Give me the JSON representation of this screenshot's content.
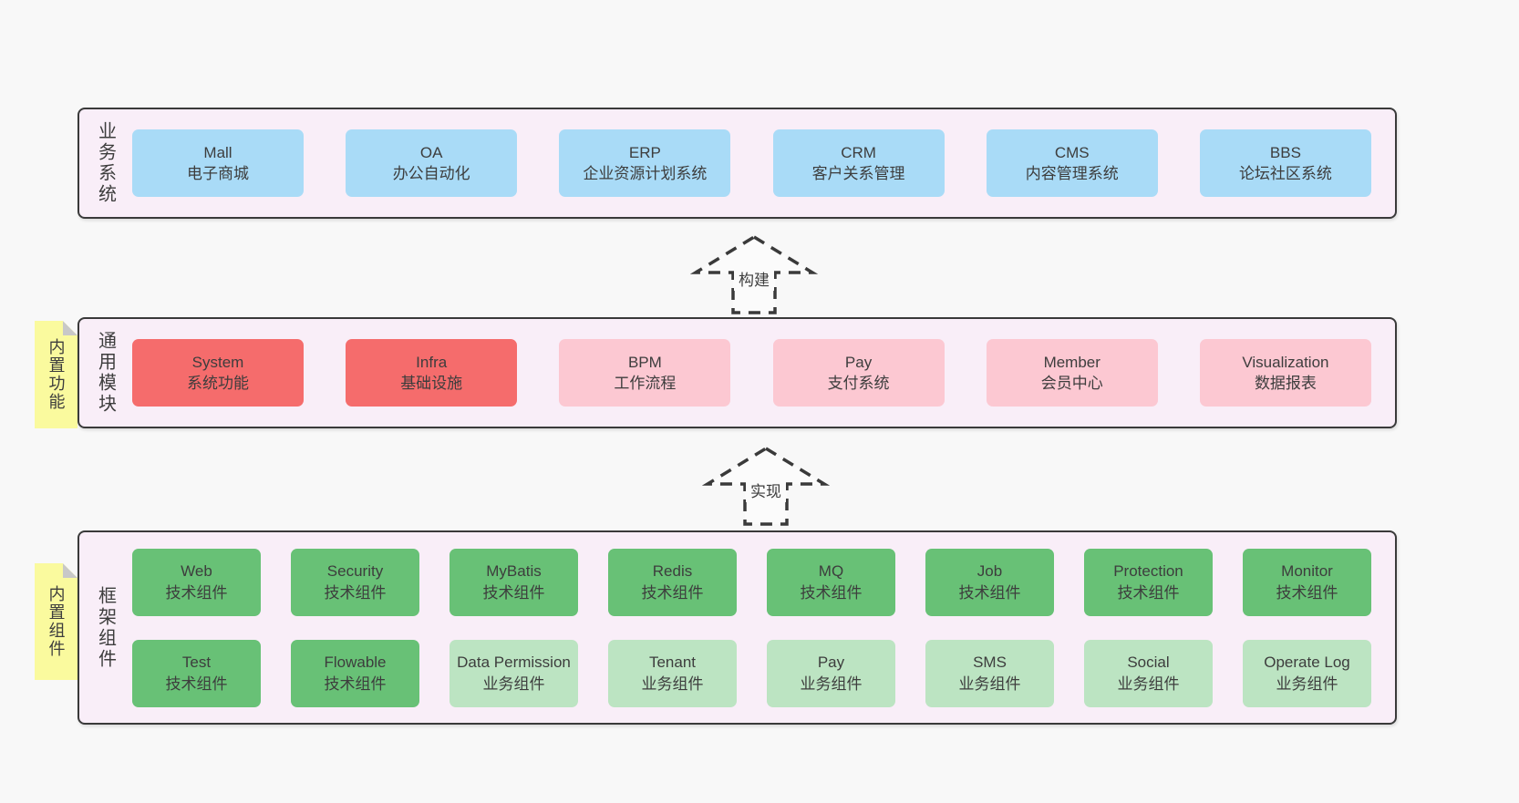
{
  "page": {
    "background": "#f8f8f8"
  },
  "colors": {
    "container_bg": "#f9eef8",
    "container_border": "#3a3a3a",
    "box_blue": "#a9dbf7",
    "box_red": "#f56c6c",
    "box_pink": "#fcc8d2",
    "box_green_dark": "#68c176",
    "box_green_light": "#bce4c2",
    "sticky_yellow": "#fafa9e",
    "sticky_fold_gray": "#c8c8c8",
    "text": "#3d3d3d"
  },
  "arrows": [
    {
      "label": "构建"
    },
    {
      "label": "实现"
    }
  ],
  "stickies": [
    {
      "label": "内置功能"
    },
    {
      "label": "内置组件"
    }
  ],
  "layers": [
    {
      "label": "业务系统",
      "boxes": [
        {
          "title": "Mall",
          "subtitle": "电子商城",
          "variant": "blue"
        },
        {
          "title": "OA",
          "subtitle": "办公自动化",
          "variant": "blue"
        },
        {
          "title": "ERP",
          "subtitle": "企业资源计划系统",
          "variant": "blue"
        },
        {
          "title": "CRM",
          "subtitle": "客户关系管理",
          "variant": "blue"
        },
        {
          "title": "CMS",
          "subtitle": "内容管理系统",
          "variant": "blue"
        },
        {
          "title": "BBS",
          "subtitle": "论坛社区系统",
          "variant": "blue"
        }
      ]
    },
    {
      "label": "通用模块",
      "boxes": [
        {
          "title": "System",
          "subtitle": "系统功能",
          "variant": "red"
        },
        {
          "title": "Infra",
          "subtitle": "基础设施",
          "variant": "red"
        },
        {
          "title": "BPM",
          "subtitle": "工作流程",
          "variant": "pink"
        },
        {
          "title": "Pay",
          "subtitle": "支付系统",
          "variant": "pink"
        },
        {
          "title": "Member",
          "subtitle": "会员中心",
          "variant": "pink"
        },
        {
          "title": "Visualization",
          "subtitle": "数据报表",
          "variant": "pink"
        }
      ]
    },
    {
      "label": "框架组件",
      "boxes": [
        {
          "title": "Web",
          "subtitle": "技术组件",
          "variant": "green-dark"
        },
        {
          "title": "Security",
          "subtitle": "技术组件",
          "variant": "green-dark"
        },
        {
          "title": "MyBatis",
          "subtitle": "技术组件",
          "variant": "green-dark"
        },
        {
          "title": "Redis",
          "subtitle": "技术组件",
          "variant": "green-dark"
        },
        {
          "title": "MQ",
          "subtitle": "技术组件",
          "variant": "green-dark"
        },
        {
          "title": "Job",
          "subtitle": "技术组件",
          "variant": "green-dark"
        },
        {
          "title": "Protection",
          "subtitle": "技术组件",
          "variant": "green-dark"
        },
        {
          "title": "Monitor",
          "subtitle": "技术组件",
          "variant": "green-dark"
        },
        {
          "title": "Test",
          "subtitle": "技术组件",
          "variant": "green-dark"
        },
        {
          "title": "Flowable",
          "subtitle": "技术组件",
          "variant": "green-dark"
        },
        {
          "title": "Data Permission",
          "subtitle": "业务组件",
          "variant": "green-light"
        },
        {
          "title": "Tenant",
          "subtitle": "业务组件",
          "variant": "green-light"
        },
        {
          "title": "Pay",
          "subtitle": "业务组件",
          "variant": "green-light"
        },
        {
          "title": "SMS",
          "subtitle": "业务组件",
          "variant": "green-light"
        },
        {
          "title": "Social",
          "subtitle": "业务组件",
          "variant": "green-light"
        },
        {
          "title": "Operate Log",
          "subtitle": "业务组件",
          "variant": "green-light"
        }
      ]
    }
  ]
}
